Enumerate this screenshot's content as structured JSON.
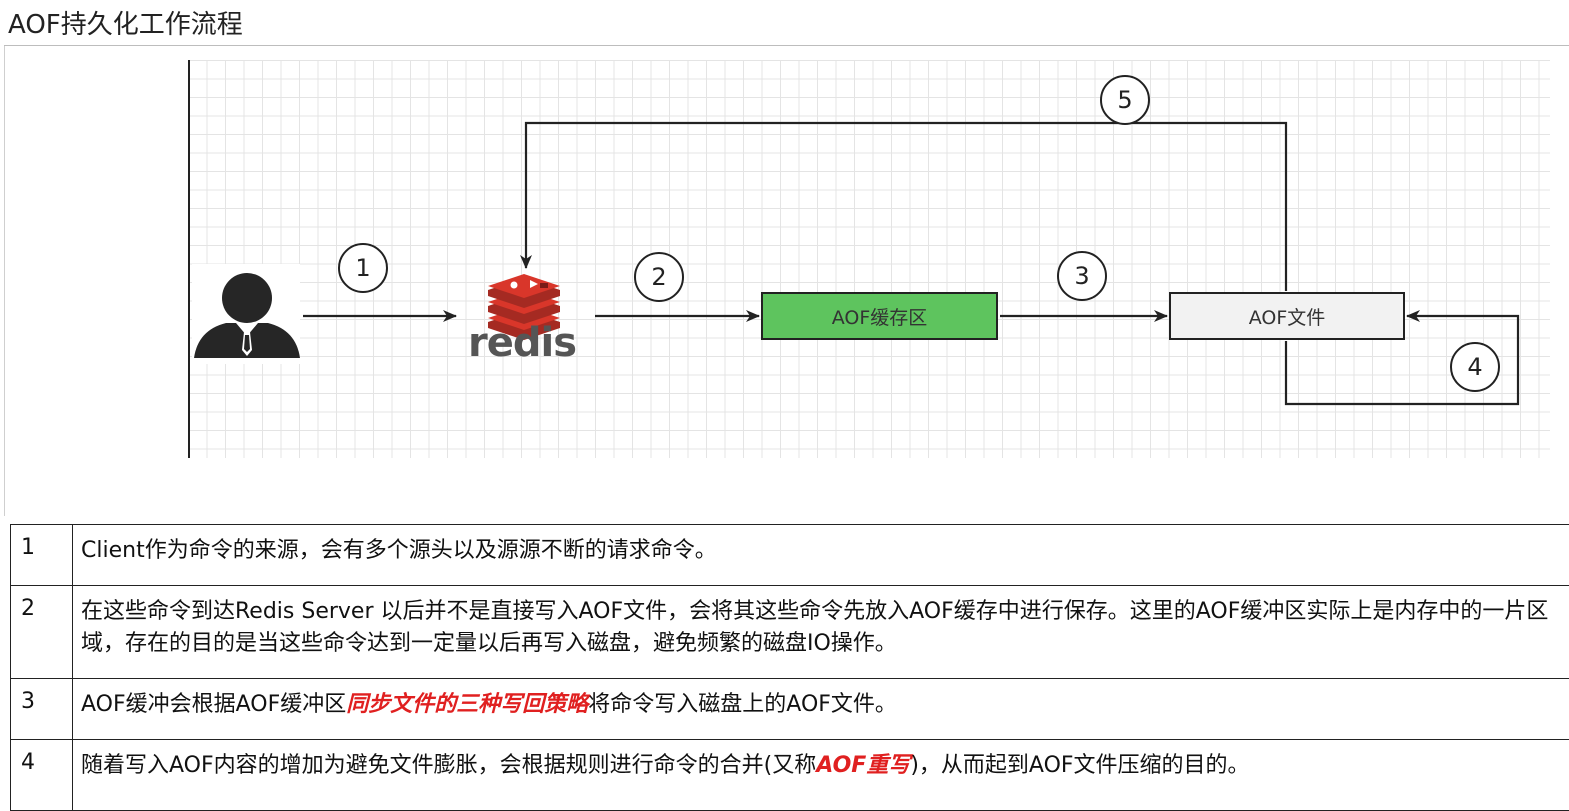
{
  "page": {
    "title": "AOF持久化工作流程"
  },
  "diagram": {
    "buffer_label": "AOF缓存区",
    "file_label": "AOF文件",
    "redis_logo_text": "redis",
    "steps": [
      "1",
      "2",
      "3",
      "4",
      "5"
    ],
    "colors": {
      "buffer_fill": "#5ec45e",
      "file_fill": "#f2f2f2",
      "redis_red": "#d9362a",
      "line": "#222222"
    },
    "icons": [
      "user-icon",
      "redis-logo-icon"
    ]
  },
  "table": {
    "rows": [
      {
        "num": "1",
        "parts": [
          "Client作为命令的来源，会有多个源头以及源源不断的请求命令。"
        ]
      },
      {
        "num": "2",
        "parts": [
          "在这些命令到达Redis Server 以后并不是直接写入AOF文件，会将其这些命令先放入AOF缓存中进行保存。这里的AOF缓冲区实际上是内存中的一片区域，存在的目的是当这些命令达到一定量以后再写入磁盘，避免频繁的磁盘IO操作。"
        ]
      },
      {
        "num": "3",
        "parts": [
          "AOF缓冲会根据AOF缓冲区",
          "同步文件的三种写回策略",
          "将命令写入磁盘上的AOF文件。"
        ]
      },
      {
        "num": "4",
        "parts": [
          "随着写入AOF内容的增加为避免文件膨胀，会根据规则进行命令的合并(又称",
          "AOF重写",
          ")，从而起到AOF文件压缩的目的。"
        ]
      }
    ],
    "highlight_color": "#e02020"
  }
}
